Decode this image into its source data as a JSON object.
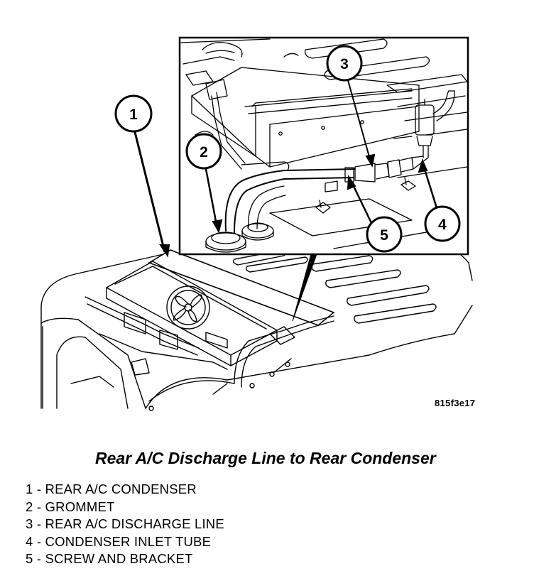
{
  "figure": {
    "code": "815f3e17",
    "title": "Rear A/C Discharge Line to Rear Condenser"
  },
  "callouts": [
    {
      "number": "1"
    },
    {
      "number": "2"
    },
    {
      "number": "3"
    },
    {
      "number": "4"
    },
    {
      "number": "5"
    }
  ],
  "legend": [
    {
      "number": "1",
      "label": "REAR A/C CONDENSER"
    },
    {
      "number": "2",
      "label": "GROMMET"
    },
    {
      "number": "3",
      "label": "REAR A/C DISCHARGE LINE"
    },
    {
      "number": "4",
      "label": "CONDENSER INLET TUBE"
    },
    {
      "number": "5",
      "label": "SCREW AND BRACKET"
    }
  ]
}
